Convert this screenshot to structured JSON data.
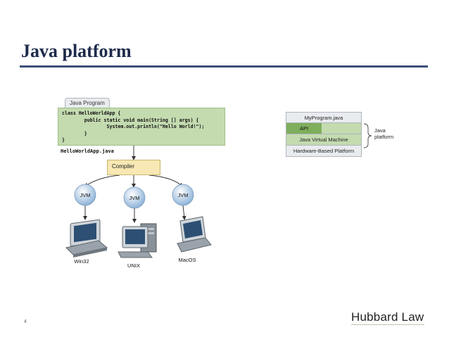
{
  "slide": {
    "title": "Java platform",
    "page_number": "4",
    "logo_text": "Hubbard Law"
  },
  "java_program": {
    "tab_label": "Java Program",
    "code_lines": [
      "class HelloWorldApp {",
      "        public static void main(String [] args) {",
      "                System.out.println(\"Hello World!\");",
      "        }",
      "}"
    ],
    "filename": "HelloWorldApp.java"
  },
  "compiler": {
    "label": "Compiler"
  },
  "jvms": [
    {
      "label": "JVM"
    },
    {
      "label": "JVM"
    },
    {
      "label": "JVM"
    }
  ],
  "systems": [
    {
      "label": "Win32"
    },
    {
      "label": "UNIX"
    },
    {
      "label": "MacOS"
    }
  ],
  "platform_stack": {
    "layers": {
      "program": "MyProgram.java",
      "api": "API",
      "jvm": "Java Virtual Machine",
      "hardware": "Hardware-Based Platform"
    },
    "bracket_label_line1": "Java",
    "bracket_label_line2": "platform"
  },
  "colors": {
    "title": "#1d2a4a",
    "rule": "#3b4f78",
    "code_bg": "#c4dbb0",
    "api_bg": "#7fae5c",
    "compiler_bg": "#f7e8b4",
    "jvm_circle": "#8fb4d9"
  }
}
